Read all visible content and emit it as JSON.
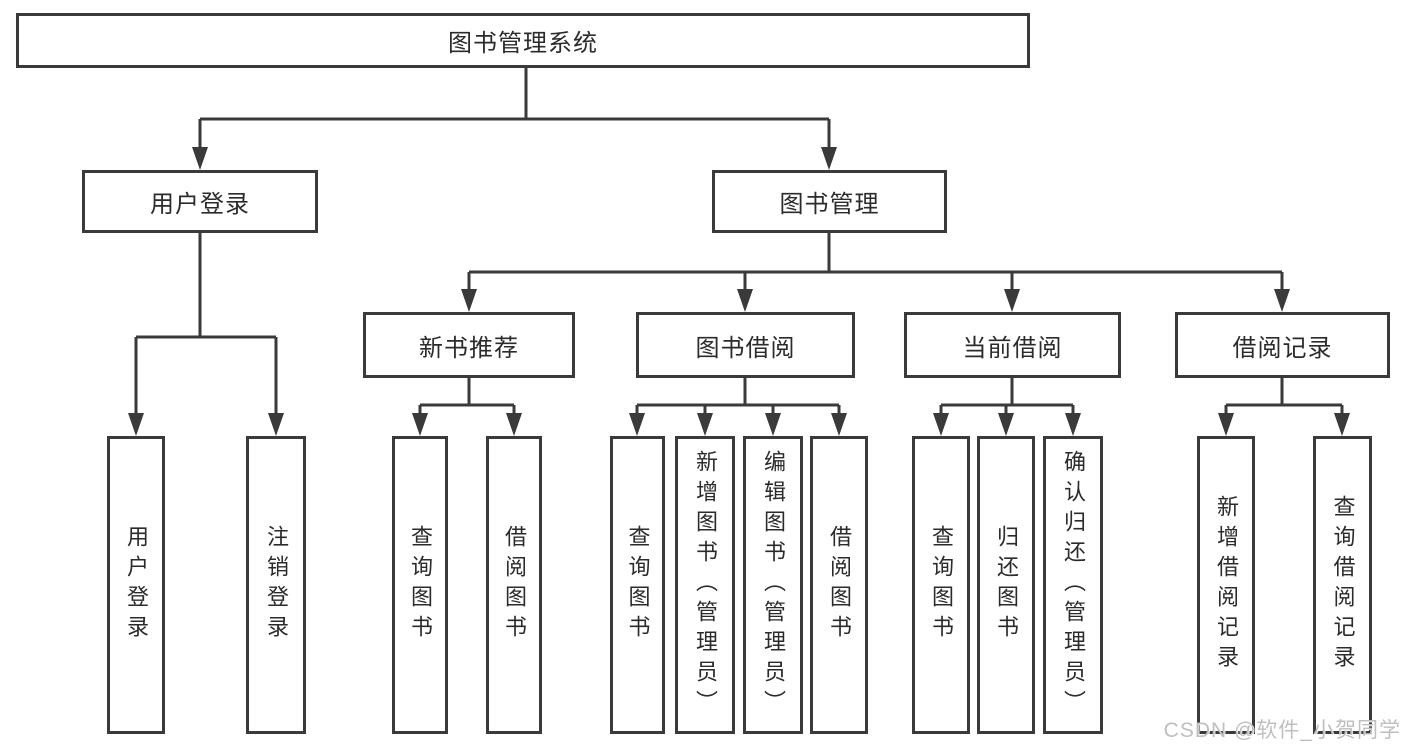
{
  "diagram": {
    "tree": {
      "label": "图书管理系统",
      "children": [
        {
          "label": "用户登录",
          "children": [
            {
              "label": "用户登录"
            },
            {
              "label": "注销登录"
            }
          ]
        },
        {
          "label": "图书管理",
          "children": [
            {
              "label": "新书推荐",
              "children": [
                {
                  "label": "查询图书"
                },
                {
                  "label": "借阅图书"
                }
              ]
            },
            {
              "label": "图书借阅",
              "children": [
                {
                  "label": "查询图书"
                },
                {
                  "label": "新增图书（管理员）"
                },
                {
                  "label": "编辑图书（管理员）"
                },
                {
                  "label": "借阅图书"
                }
              ]
            },
            {
              "label": "当前借阅",
              "children": [
                {
                  "label": "查询图书"
                },
                {
                  "label": "归还图书"
                },
                {
                  "label": "确认归还（管理员）"
                }
              ]
            },
            {
              "label": "借阅记录",
              "children": [
                {
                  "label": "新增借阅记录"
                },
                {
                  "label": "查询借阅记录"
                }
              ]
            }
          ]
        }
      ]
    }
  },
  "watermark": {
    "text": "CSDN @软件_小贺同学"
  },
  "colors": {
    "line": "#3a3a3a",
    "box_border": "#3a3a3a",
    "box_fill": "#ffffff",
    "text": "#2b2b2b",
    "watermark": "#bfbfbf",
    "background": "#ffffff"
  }
}
